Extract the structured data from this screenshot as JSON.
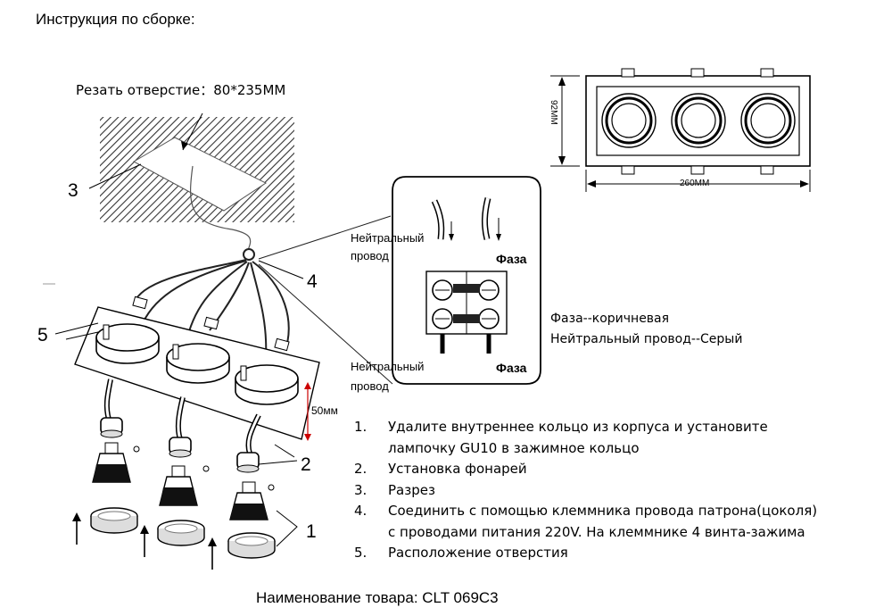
{
  "title": "Инструкция по сборке:",
  "cut_hole": {
    "label": "Резать отверстие：80*235MM"
  },
  "wiring_inset": {
    "neutral_wire_top": "Нейтральный провод",
    "phase_top": "Фаза",
    "neutral_wire_bottom": "Нейтральный провод",
    "phase_bottom": "Фаза"
  },
  "wire_legend": {
    "phase": "Фаза--коричневая",
    "neutral": "Нейтральный провод--Серый"
  },
  "dimensions": {
    "height": "92MM",
    "width": "260MM",
    "depth": "50мм"
  },
  "callouts": {
    "c1": "1",
    "c2": "2",
    "c3": "3",
    "c4": "4",
    "c5": "5"
  },
  "steps": [
    {
      "num": "1.",
      "text": "Удалите внутреннее кольцо из корпуса и установите лампочку GU10 в зажимное кольцо"
    },
    {
      "num": "2.",
      "text": "Установка фонарей"
    },
    {
      "num": "3.",
      "text": "Разрез"
    },
    {
      "num": "4.",
      "text": "Соединить с помощью клеммника провода патрона(цоколя) с проводами питания 220V. На клеммнике 4 винта-зажима"
    },
    {
      "num": "5.",
      "text": "Расположение отверстия"
    }
  ],
  "product_name": "Наименование товара: CLT 069C3",
  "icons": [
    "ceiling-hatch",
    "terminal-block-icon",
    "gu10-lamp-icon",
    "lamp-socket-icon",
    "retaining-ring-icon",
    "up-arrow-icon"
  ]
}
